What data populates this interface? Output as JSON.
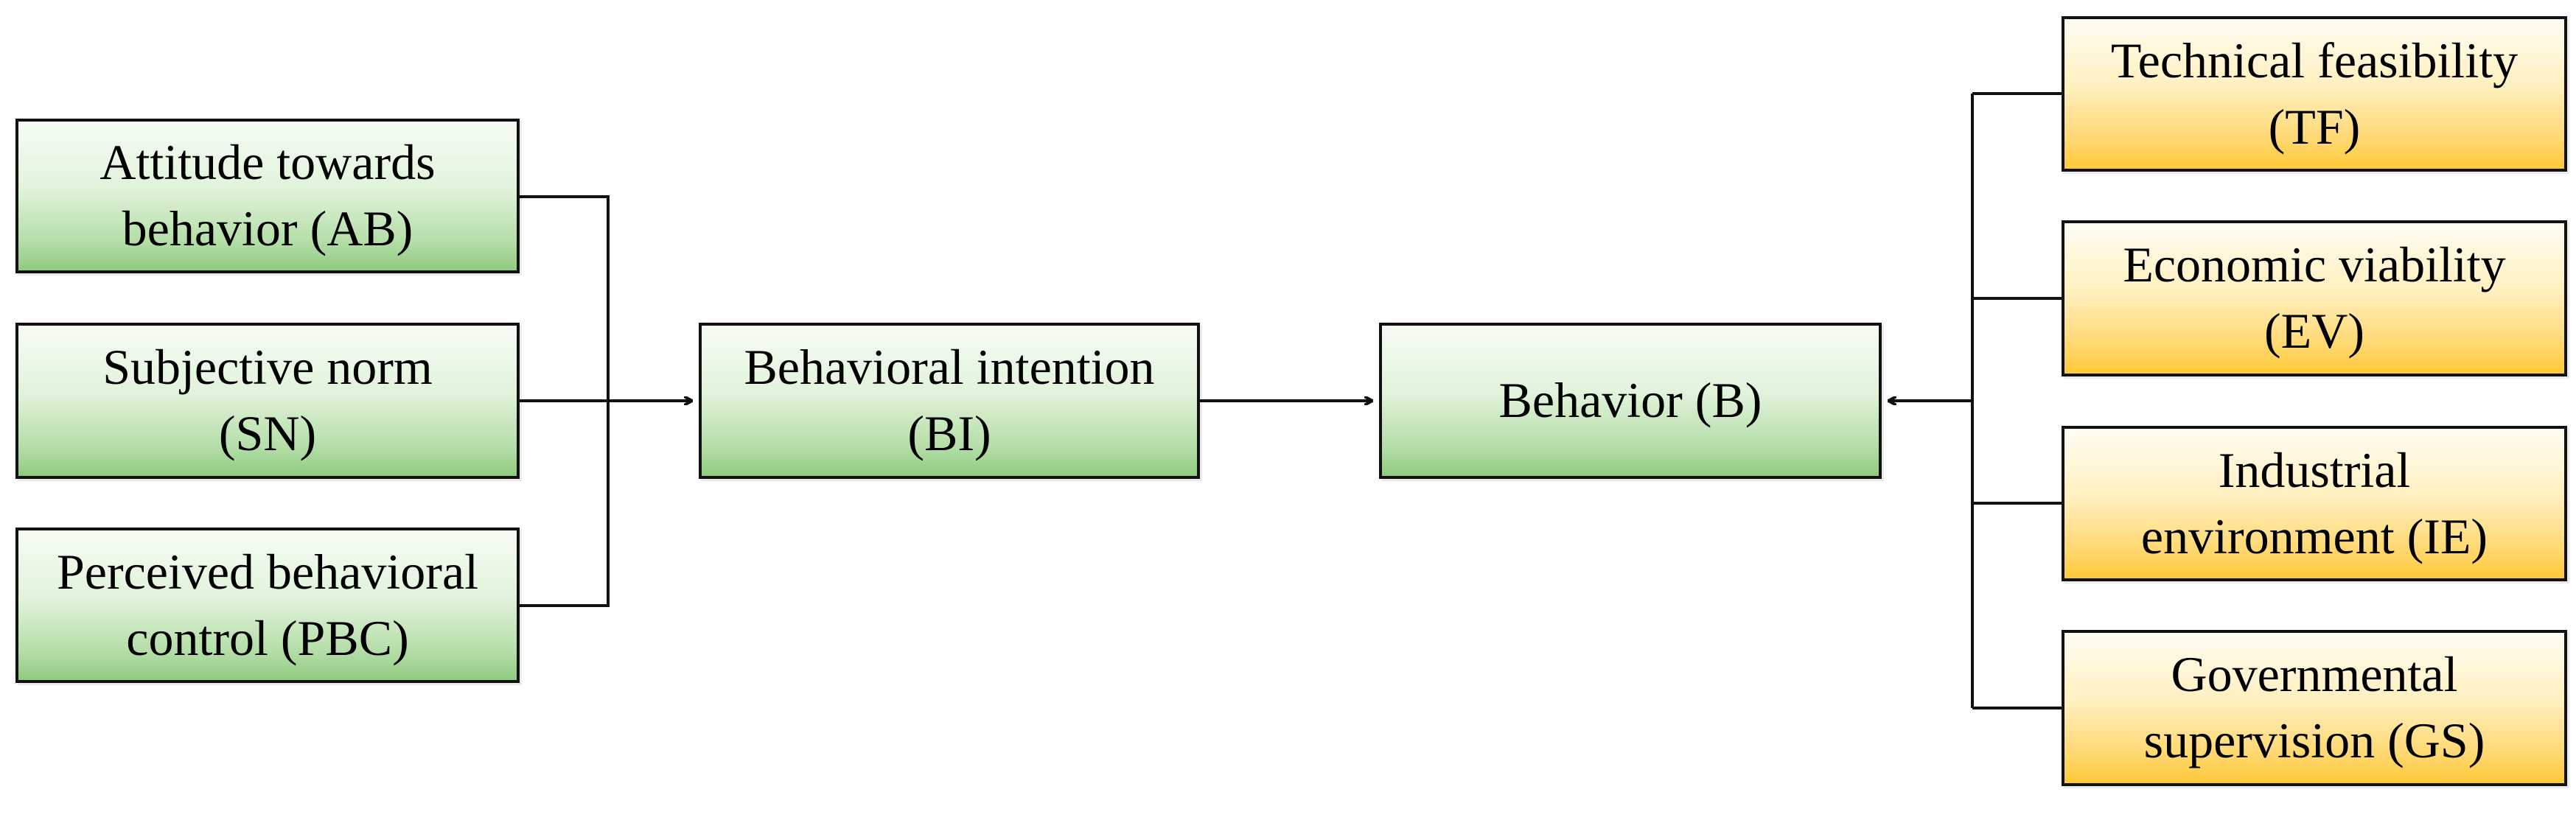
{
  "nodes": {
    "ab": {
      "label": "Attitude towards\nbehavior (AB)"
    },
    "sn": {
      "label": "Subjective norm\n(SN)"
    },
    "pbc": {
      "label": "Perceived behavioral\ncontrol (PBC)"
    },
    "bi": {
      "label": "Behavioral intention\n(BI)"
    },
    "b": {
      "label": "Behavior (B)"
    },
    "tf": {
      "label": "Technical feasibility\n(TF)"
    },
    "ev": {
      "label": "Economic viability\n(EV)"
    },
    "ie": {
      "label": "Industrial\nenvironment (IE)"
    },
    "gs": {
      "label": "Governmental\nsupervision (GS)"
    }
  },
  "edges": [
    {
      "from": "ab",
      "to": "bi"
    },
    {
      "from": "sn",
      "to": "bi"
    },
    {
      "from": "pbc",
      "to": "bi"
    },
    {
      "from": "bi",
      "to": "b"
    },
    {
      "from": "tf",
      "to": "b"
    },
    {
      "from": "ev",
      "to": "b"
    },
    {
      "from": "ie",
      "to": "b"
    },
    {
      "from": "gs",
      "to": "b"
    }
  ],
  "colors": {
    "tpb_box_fill": "#b6dea9",
    "external_box_fill": "#ffd873",
    "line": "#111111"
  }
}
